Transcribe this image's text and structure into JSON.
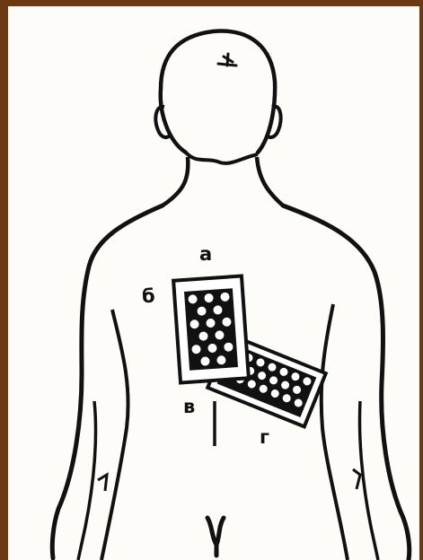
{
  "figure": {
    "labels": {
      "a": "а",
      "b": "б",
      "v": "в",
      "g": "г"
    }
  },
  "colors": {
    "frame": "#6b3a12",
    "paper": "#fdfcf8",
    "ink": "#111111"
  }
}
